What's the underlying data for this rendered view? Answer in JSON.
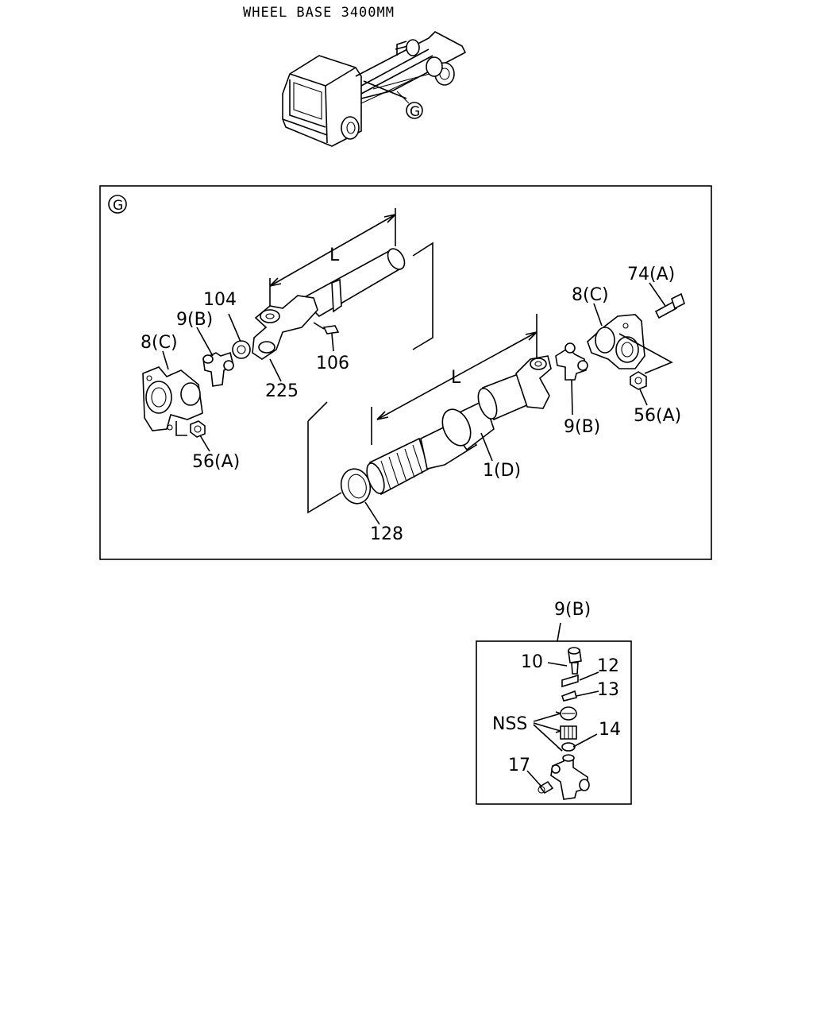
{
  "title": "WHEEL BASE 3400MM",
  "view_marker": "G",
  "main_panel": {
    "marker": "G",
    "labels": {
      "L_upper": "L",
      "L_lower": "L",
      "p104": "104",
      "p9b_left": "9(B)",
      "p8c_left": "8(C)",
      "p106": "106",
      "p225": "225",
      "p56a_left": "56(A)",
      "p74a": "74(A)",
      "p8c_right": "8(C)",
      "p9b_right": "9(B)",
      "p56a_right": "56(A)",
      "p1d": "1(D)",
      "p128": "128"
    }
  },
  "detail_panel": {
    "header": "9(B)",
    "labels": {
      "p10": "10",
      "p12": "12",
      "p13": "13",
      "nss": "NSS",
      "p14": "14",
      "p17": "17"
    }
  }
}
